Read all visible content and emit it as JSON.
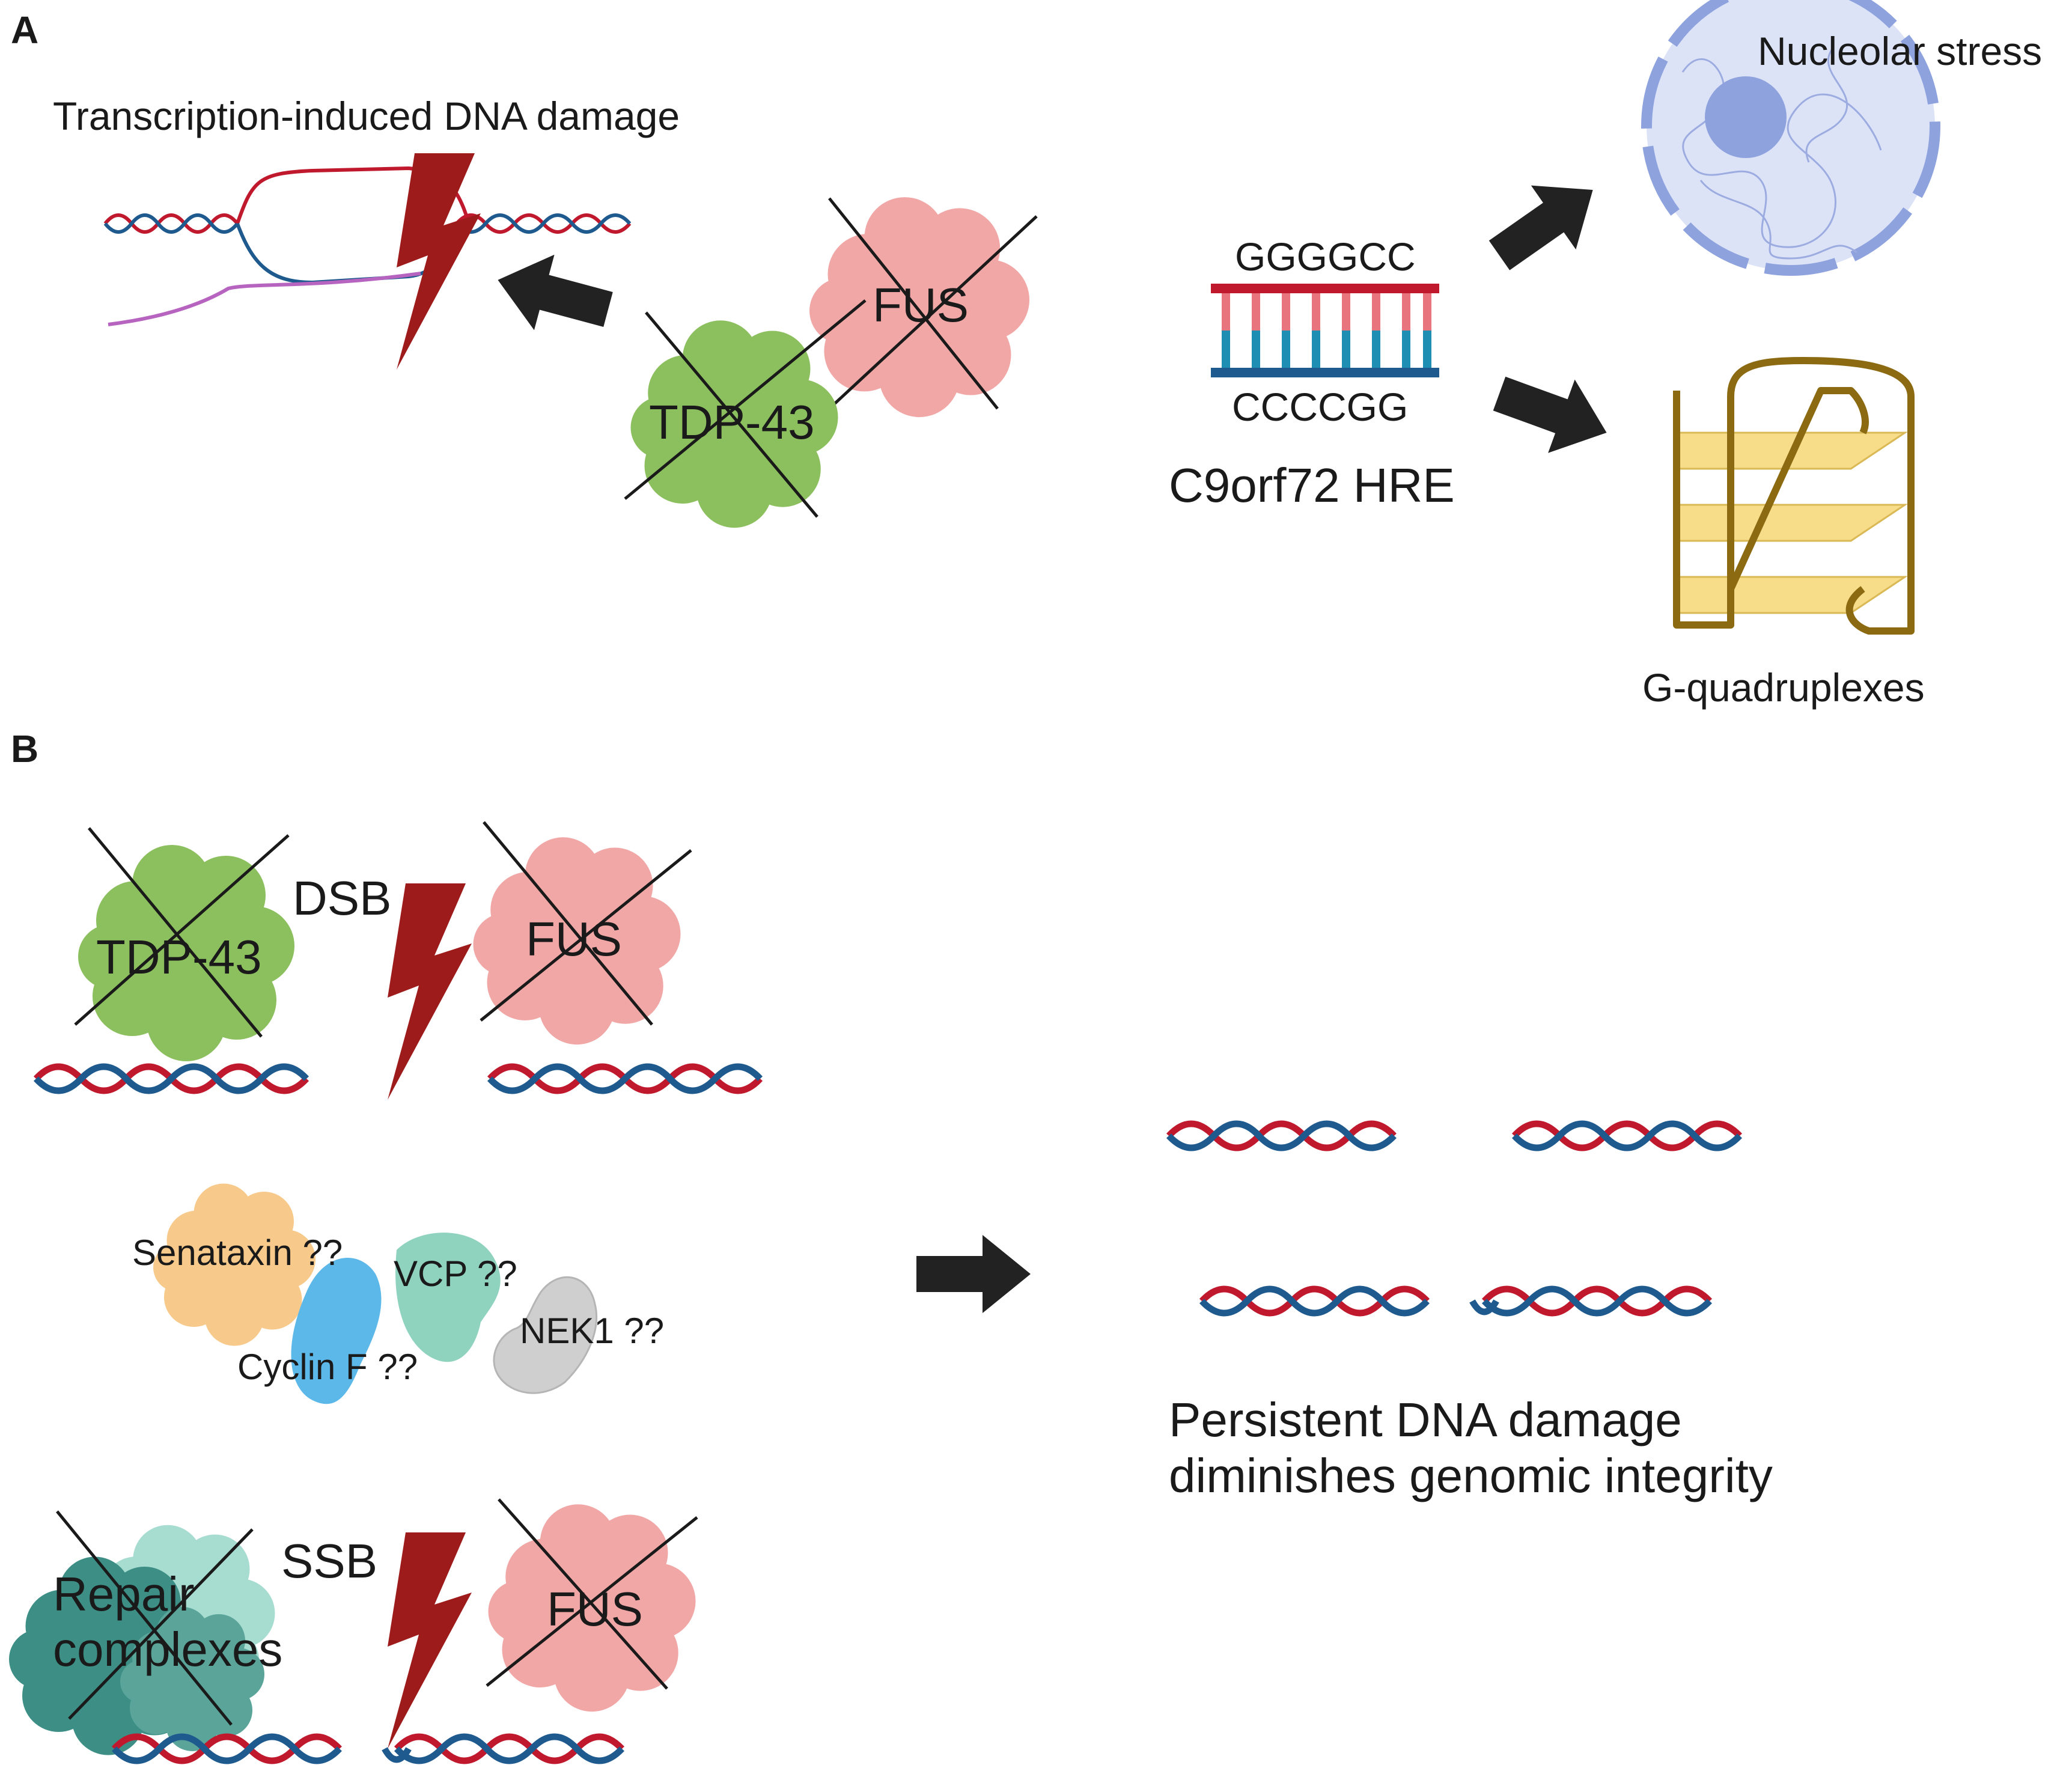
{
  "panels": {
    "a": "A",
    "b": "B"
  },
  "panel_a": {
    "transcription_label": "Transcription-induced DNA damage",
    "tdp43": "TDP-43",
    "fus": "FUS",
    "seq_top": "GGGGCC",
    "seq_bottom": "CCCCGG",
    "hre_label": "C9orf72 HRE",
    "nucleolar_label": "Nucleolar stress",
    "gquad_label": "G-quadruplexes"
  },
  "panel_b": {
    "tdp43": "TDP-43",
    "dsb": "DSB",
    "fus_top": "FUS",
    "senataxin": "Senataxin ??",
    "vcp": "VCP ??",
    "nek1": "NEK1 ??",
    "cyclinf": "Cyclin F ??",
    "repair_line1": "Repair",
    "repair_line2": "complexes",
    "ssb": "SSB",
    "fus_bottom": "FUS",
    "result_line1": "Persistent DNA damage",
    "result_line2": "diminishes genomic integrity"
  },
  "colors": {
    "dna_red": "#c0192d",
    "dna_blue": "#1f5a8f",
    "lightning": "#9e1b1b",
    "tdp43_green": "#8cbf5e",
    "fus_pink": "#f2a7a7",
    "arrow": "#222222",
    "nucleolus_blue": "#8ea2de",
    "gquad_gold": "#8b6a12",
    "gquad_plate": "#f7dd8a",
    "senataxin": "#f7c98a",
    "cyclinf": "#5db8ea",
    "vcp": "#8fd3bf",
    "nek1": "#cfcfcf",
    "repair": "#3d8f86"
  }
}
